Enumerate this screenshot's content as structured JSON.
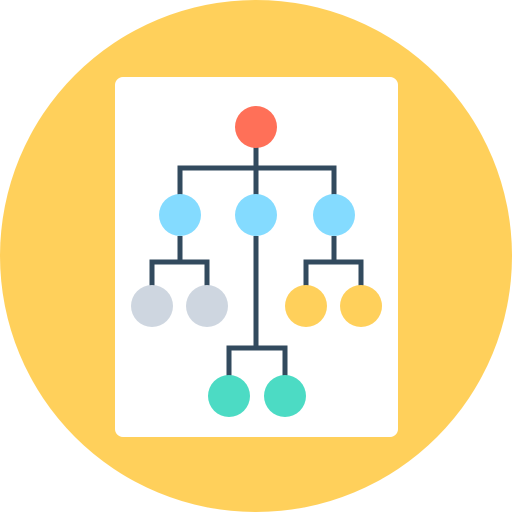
{
  "icon": {
    "name": "hierarchy-diagram-icon"
  },
  "colors": {
    "background_circle": "#FFD05B",
    "page": "#FFFFFF",
    "connector": "#324A5E",
    "root_node": "#FF7058",
    "level1_node": "#84DBFF",
    "left_leaf_node": "#CED6E0",
    "right_leaf_node": "#FFD05B",
    "bottom_leaf_node": "#4CDBC4"
  },
  "tree": {
    "root": "root",
    "levels": [
      [
        "root"
      ],
      [
        "left-branch",
        "center-branch",
        "right-branch"
      ],
      [
        "left-leaf-1",
        "left-leaf-2",
        "right-leaf-1",
        "right-leaf-2",
        "bottom-leaf-1",
        "bottom-leaf-2"
      ]
    ],
    "children": {
      "root": [
        "left-branch",
        "center-branch",
        "right-branch"
      ],
      "left-branch": [
        "left-leaf-1",
        "left-leaf-2"
      ],
      "center-branch": [
        "bottom-leaf-1",
        "bottom-leaf-2"
      ],
      "right-branch": [
        "right-leaf-1",
        "right-leaf-2"
      ]
    }
  }
}
